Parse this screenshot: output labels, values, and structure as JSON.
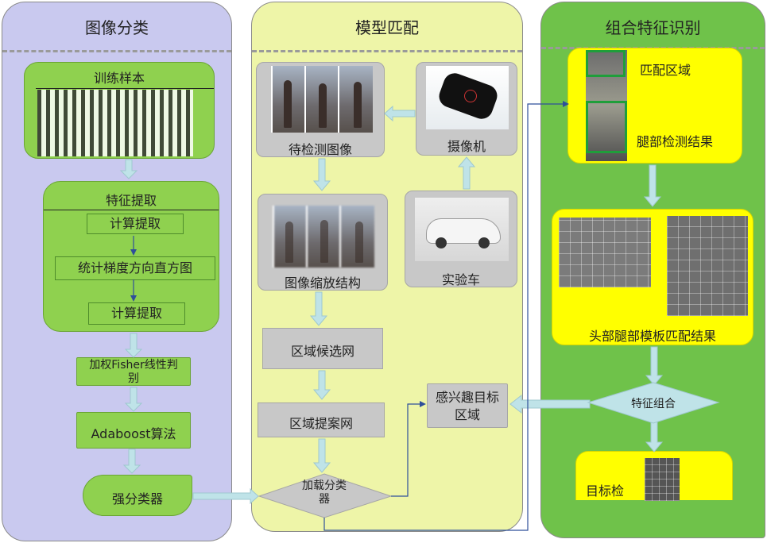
{
  "columns": {
    "left": {
      "title": "图像分类"
    },
    "middle": {
      "title": "模型匹配"
    },
    "right": {
      "title": "组合特征识别"
    }
  },
  "left": {
    "training": {
      "title": "训练样本"
    },
    "feature": {
      "title": "特征提取",
      "steps": [
        "计算提取",
        "统计梯度方向直方图",
        "计算提取"
      ]
    },
    "fisher": "加权Fisher线性判别",
    "adaboost": "Adaboost算法",
    "strong": "强分类器"
  },
  "middle": {
    "detect_image": "待检测图像",
    "camera": "摄像机",
    "scale": "图像缩放结构",
    "car": "实验车",
    "rpn": "区域候选网",
    "proposal": "区域提案网",
    "load_classifier": "加载分类器",
    "roi": "感兴趣目标区域"
  },
  "right": {
    "match_area": "匹配区域",
    "leg_result": "腿部检测结果",
    "template_result": "头部腿部模板匹配结果",
    "combine": "特征组合",
    "target": "目标检"
  },
  "colors": {
    "left_bg": "#c9c9ef",
    "middle_bg": "#eef5a8",
    "right_bg": "#6fc24a",
    "green_box": "#8fd14f",
    "yellow_box": "#ffff00",
    "arrow": "#bfe3e8"
  }
}
